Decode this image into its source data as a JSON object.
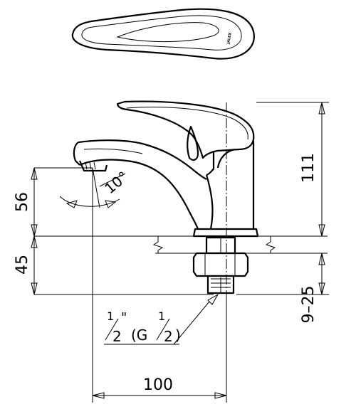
{
  "dimensions": {
    "height_total": "111",
    "height_upper": "56",
    "height_lower": "45",
    "thread_length": "9–25",
    "projection": "100",
    "spout_angle": "10°"
  },
  "thread_label": {
    "inch_num": "1",
    "inch_den": "2",
    "inch_mark": "\"",
    "paren_open": "(G",
    "g_num": "1",
    "g_den": "2",
    "paren_close": ")"
  },
  "logo_text": "JALEX"
}
